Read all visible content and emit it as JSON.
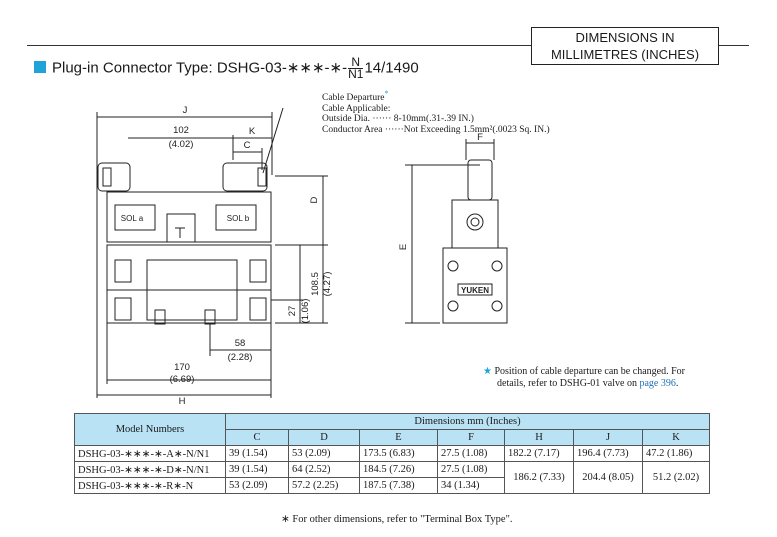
{
  "header": {
    "dimensions_box": [
      "DIMENSIONS IN",
      "MILLIMETRES (INCHES)"
    ],
    "title_prefix": "Plug-in Connector Type: DSHG-03-∗∗∗-∗-",
    "title_frac_top": "N",
    "title_frac_bottom": "N1",
    "title_suffix": "14/1490",
    "accent_color": "#1fa3d8"
  },
  "drawing_labels": {
    "J": "J",
    "dim_102": "102",
    "dim_102_in": "(4.02)",
    "K": "K",
    "C": "C",
    "D": "D",
    "sol_a": "SOL a",
    "sol_b": "SOL b",
    "dim_108": "108.5",
    "dim_108_in": "(4.27)",
    "dim_27": "27",
    "dim_27_in": "(1.06)",
    "dim_58": "58",
    "dim_58_in": "(2.28)",
    "dim_170": "170",
    "dim_170_in": "(6.69)",
    "H": "H",
    "F": "F",
    "E": "E",
    "logo": "YUKEN"
  },
  "cable_note": {
    "line1": "Cable Departure",
    "line2": "Cable Applicable:",
    "line3": "Outside Dia. ······ 8-10mm(.31-.39 IN.)",
    "line4": "Conductor Area ······Not Exceeding 1.5mm²(.0023 Sq. IN.)"
  },
  "position_note": {
    "star": "★",
    "text1": "Position of cable departure can be changed. For",
    "text2": "details, refer to DSHG-01 valve on ",
    "link": "page 396",
    "end": "."
  },
  "table": {
    "model_header": "Model Numbers",
    "group_header": "Dimensions mm (Inches)",
    "columns": [
      "C",
      "D",
      "E",
      "F",
      "H",
      "J",
      "K"
    ],
    "rows": [
      {
        "model": "DSHG-03-∗∗∗-∗-A∗-N/N1",
        "C": "39 (1.54)",
        "D": "53 (2.09)",
        "E": "173.5 (6.83)",
        "F": "27.5 (1.08)",
        "H": "182.2 (7.17)",
        "J": "196.4 (7.73)",
        "K": "47.2 (1.86)"
      },
      {
        "model": "DSHG-03-∗∗∗-∗-D∗-N/N1",
        "C": "39 (1.54)",
        "D": "64 (2.52)",
        "E": "184.5 (7.26)",
        "F": "27.5 (1.08)"
      },
      {
        "model": "DSHG-03-∗∗∗-∗-R∗-N",
        "C": "53 (2.09)",
        "D": "57.2 (2.25)",
        "E": "187.5 (7.38)",
        "F": "34 (1.34)"
      }
    ],
    "merged": {
      "H": "186.2 (7.33)",
      "J": "204.4 (8.05)",
      "K": "51.2 (2.02)"
    }
  },
  "footnote": "∗ For other dimensions, refer to \"Terminal Box Type\"."
}
